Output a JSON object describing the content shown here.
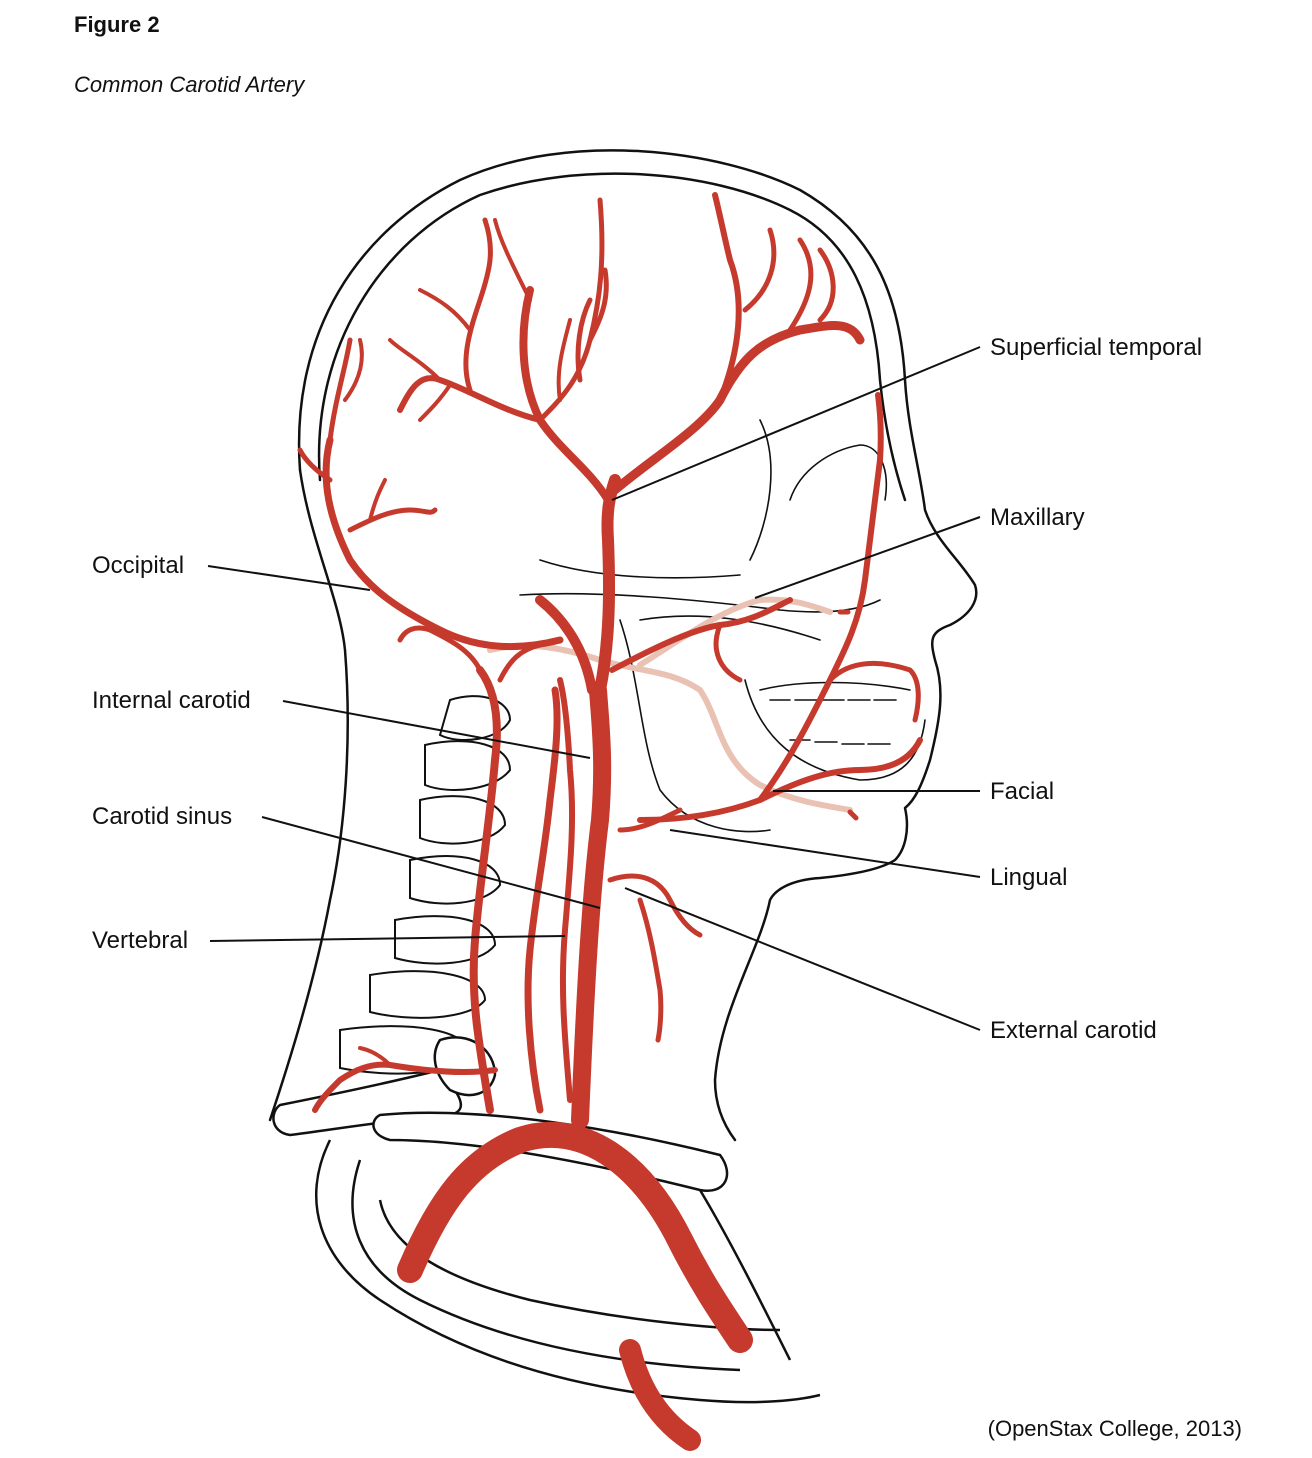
{
  "figure": {
    "label": "Figure 2",
    "title": "Common Carotid Artery",
    "credit": "(OpenStax College, 2013)"
  },
  "labels": {
    "superficial_temporal": "Superficial temporal",
    "maxillary": "Maxillary",
    "occipital": "Occipital",
    "internal_carotid": "Internal carotid",
    "facial": "Facial",
    "carotid_sinus": "Carotid sinus",
    "lingual": "Lingual",
    "vertebral": "Vertebral",
    "external_carotid": "External carotid"
  },
  "colors": {
    "artery": "#c63a2d",
    "artery_dark": "#a82a20",
    "outline": "#111111",
    "faded_artery": "#e9c2b4"
  }
}
